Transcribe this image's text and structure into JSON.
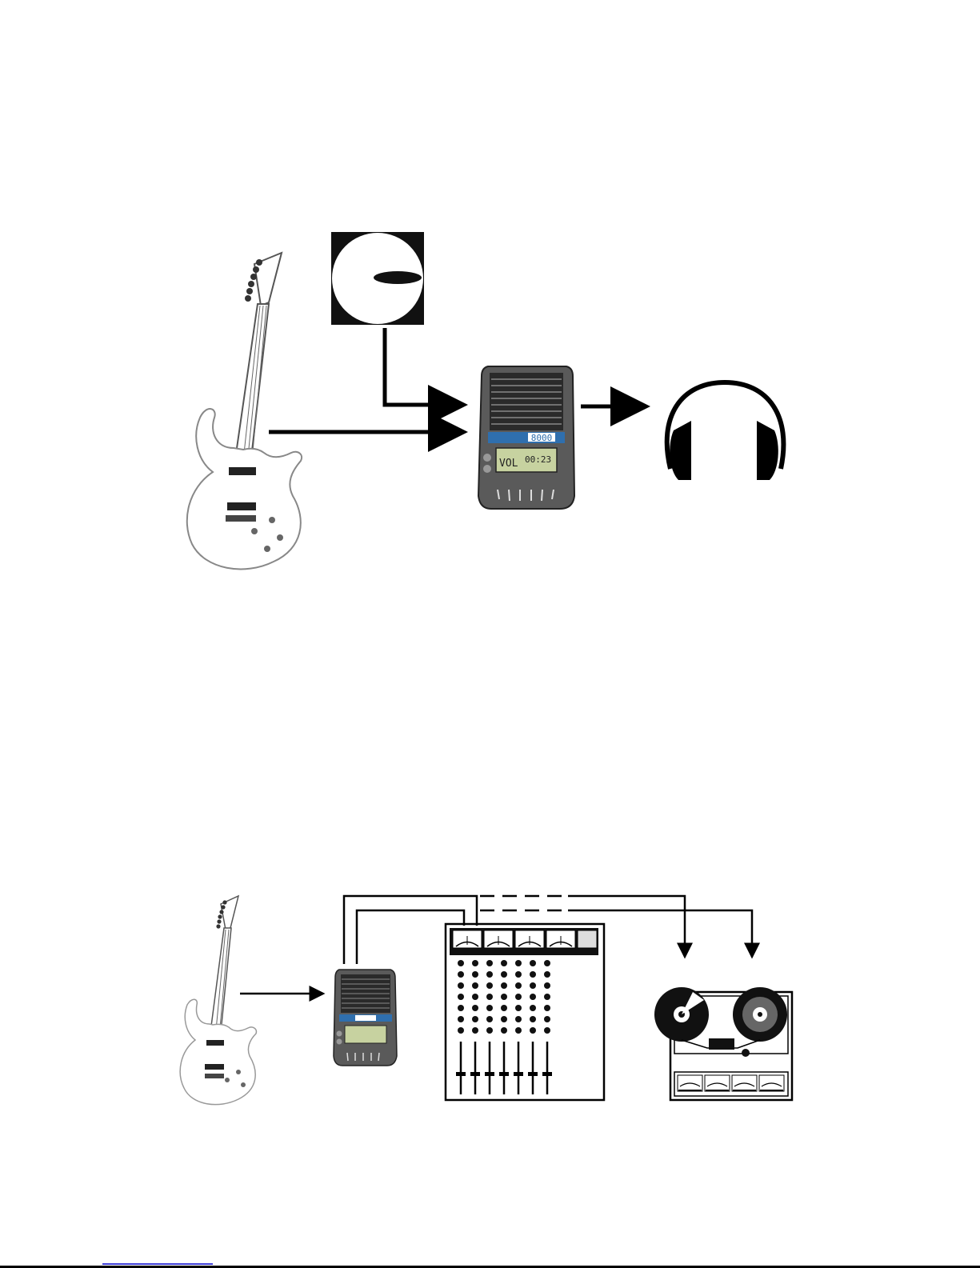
{
  "diagram_1": {
    "nodes": [
      "guitar",
      "cd-player",
      "practice-unit",
      "headphones"
    ],
    "edges": [
      {
        "from": "cd-player",
        "to": "practice-unit"
      },
      {
        "from": "guitar",
        "to": "practice-unit"
      },
      {
        "from": "practice-unit",
        "to": "headphones"
      }
    ]
  },
  "diagram_2": {
    "nodes": [
      "guitar",
      "practice-unit",
      "mixing-console",
      "reel-to-reel-recorder"
    ],
    "edges": [
      {
        "from": "guitar",
        "to": "practice-unit"
      },
      {
        "from": "practice-unit",
        "to": "mixing-console"
      },
      {
        "from": "mixing-console",
        "to": "reel-to-reel-recorder"
      }
    ]
  },
  "device": {
    "model_text": "8000",
    "lcd_text_left": "VOL",
    "lcd_text_right": "00:23"
  },
  "colors": {
    "line": "#000000",
    "device_body": "#4a4a4a",
    "device_panel": "#2f6fae",
    "lcd": "#c7d2a0",
    "footer_rule": "#000000",
    "footer_link_underline": "#0000cc"
  }
}
